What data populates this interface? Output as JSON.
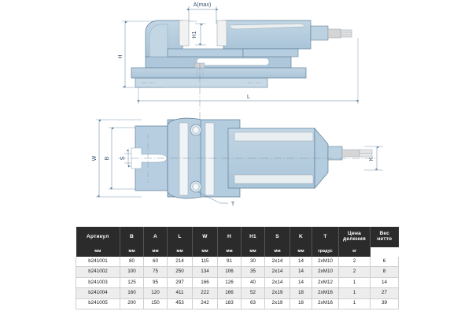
{
  "drawing": {
    "title": "Machine vise - technical drawing",
    "views": [
      {
        "name": "side-elevation-view",
        "label": ""
      },
      {
        "name": "plan-top-view",
        "label": ""
      }
    ],
    "dimension_labels": {
      "a_max": "A(max)",
      "h1": "H1",
      "h": "H",
      "l": "L",
      "w": "W",
      "b": "B",
      "s": "S",
      "k": "K",
      "t": "T"
    },
    "colors": {
      "body_fill": "#b0c9dc",
      "body_fill_light": "#c4d7e6",
      "body_stroke": "#5f7f99",
      "jaw_fill": "#f2f2f2",
      "jaw_stroke": "#9aa7b0",
      "base_fill": "#dcdcdc",
      "dim_line": "#5c7f9e",
      "center_line": "#7a93a8"
    }
  },
  "table": {
    "name": "vise-specifications-table",
    "columns": [
      {
        "key": "article",
        "label": "Артикул",
        "unit": ""
      },
      {
        "key": "b",
        "label": "B",
        "unit": "мм"
      },
      {
        "key": "a",
        "label": "A",
        "unit": "мм"
      },
      {
        "key": "l",
        "label": "L",
        "unit": "мм"
      },
      {
        "key": "w",
        "label": "W",
        "unit": "мм"
      },
      {
        "key": "h",
        "label": "H",
        "unit": "мм"
      },
      {
        "key": "h1",
        "label": "H1",
        "unit": "мм"
      },
      {
        "key": "s",
        "label": "S",
        "unit": "мм"
      },
      {
        "key": "k",
        "label": "K",
        "unit": "мм"
      },
      {
        "key": "t",
        "label": "T",
        "unit": "мм"
      },
      {
        "key": "scale_division",
        "label": "Цена деления",
        "label_line1": "Цена",
        "label_line2": "деления",
        "unit": "градус"
      },
      {
        "key": "net_weight",
        "label": "Вес нетто",
        "label_line1": "Вес",
        "label_line2": "нетто",
        "unit": "кг"
      }
    ],
    "rows": [
      {
        "article": "b241001",
        "b": "80",
        "a": "60",
        "l": "214",
        "w": "115",
        "h": "91",
        "h1": "30",
        "s": "2x14",
        "k": "14",
        "t": "2xM10",
        "scale_division": "2",
        "net_weight": "6"
      },
      {
        "article": "b241002",
        "b": "100",
        "a": "75",
        "l": "250",
        "w": "134",
        "h": "106",
        "h1": "35",
        "s": "2x14",
        "k": "14",
        "t": "2xM10",
        "scale_division": "2",
        "net_weight": "8"
      },
      {
        "article": "b241003",
        "b": "125",
        "a": "95",
        "l": "297",
        "w": "166",
        "h": "126",
        "h1": "40",
        "s": "2x14",
        "k": "14",
        "t": "2xM12",
        "scale_division": "1",
        "net_weight": "14"
      },
      {
        "article": "b241004",
        "b": "160",
        "a": "120",
        "l": "411",
        "w": "222",
        "h": "166",
        "h1": "52",
        "s": "2x19",
        "k": "18",
        "t": "2xM16",
        "scale_division": "1",
        "net_weight": "27"
      },
      {
        "article": "b241005",
        "b": "200",
        "a": "150",
        "l": "453",
        "w": "242",
        "h": "183",
        "h1": "63",
        "s": "2x19",
        "k": "18",
        "t": "2xM16",
        "scale_division": "1",
        "net_weight": "39"
      }
    ]
  }
}
